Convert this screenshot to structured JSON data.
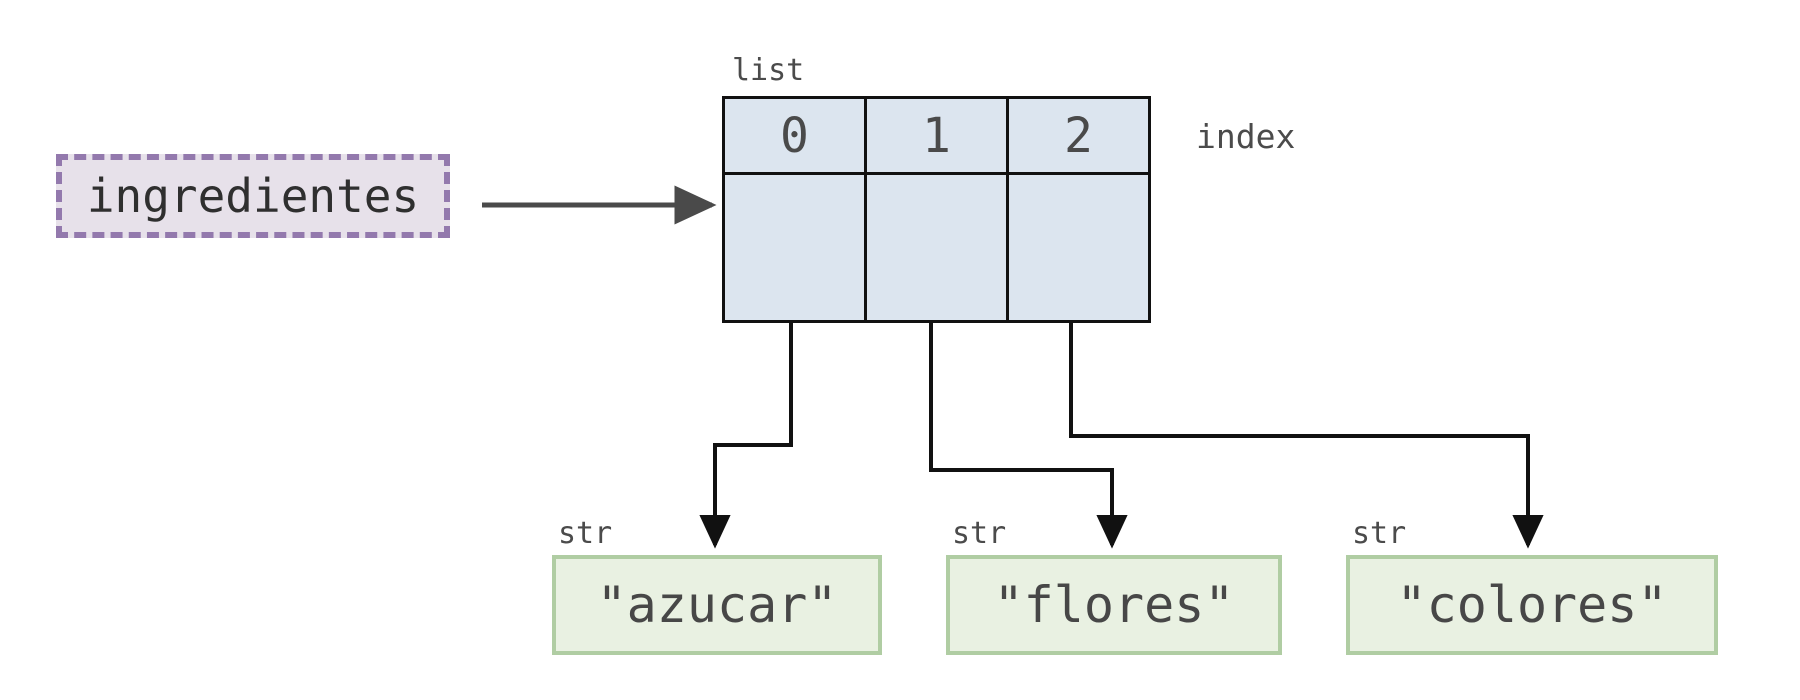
{
  "diagram": {
    "title": "python list reference diagram",
    "background_color": "#ffffff"
  },
  "variable": {
    "name": "ingredientes",
    "box_style": "dashed",
    "border_color": "#9379ad",
    "fill_color": "#e7e1ea",
    "text_color": "#2f2f2f"
  },
  "list_object": {
    "type_label": "list",
    "index_caption": "index",
    "cell_fill_color": "#dce5ef",
    "cell_border_color": "#111111",
    "indices": [
      "0",
      "1",
      "2"
    ]
  },
  "string_objects": [
    {
      "type_label": "str",
      "value": "\"azucar\"",
      "from_index": "0",
      "fill_color": "#e9f1e2",
      "border_color": "#b0cda3"
    },
    {
      "type_label": "str",
      "value": "\"flores\"",
      "from_index": "1",
      "fill_color": "#e9f1e2",
      "border_color": "#b0cda3"
    },
    {
      "type_label": "str",
      "value": "\"colores\"",
      "from_index": "2",
      "fill_color": "#e9f1e2",
      "border_color": "#b0cda3"
    }
  ],
  "connectors": {
    "reference_arrow_color": "#4a4a4a",
    "element_arrow_color": "#111111",
    "reference_arrow_label": "ingredientes-to-list"
  }
}
